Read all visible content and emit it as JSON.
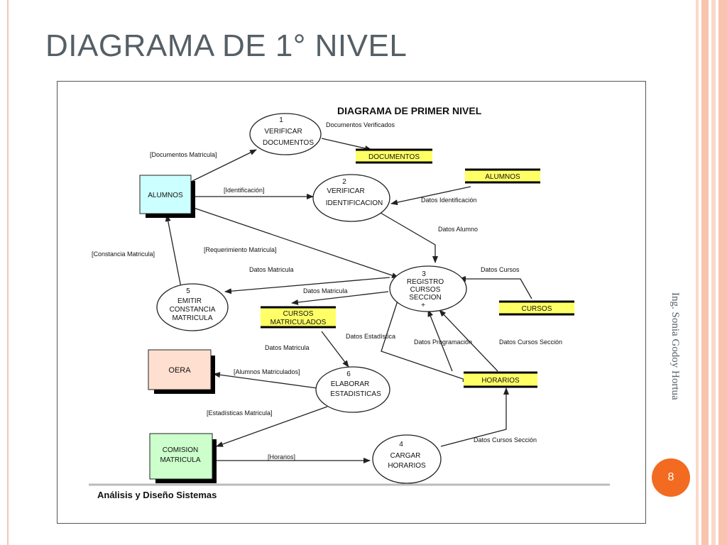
{
  "slide": {
    "title": "DIAGRAMA DE 1° NIVEL",
    "author": "Ing. Sonia Godoy Hortua",
    "page_number": "8"
  },
  "diagram": {
    "heading": "DIAGRAMA DE PRIMER NIVEL",
    "footer": "Análisis y Diseño Sistemas",
    "external_entities": {
      "alumnos": "ALUMNOS",
      "oera": "OERA",
      "comision": [
        "COMISION",
        "MATRICULA"
      ]
    },
    "processes": {
      "p1": {
        "number": "1",
        "lines": [
          "VERIFICAR",
          "DOCUMENTOS"
        ]
      },
      "p2": {
        "number": "2",
        "lines": [
          "VERIFICAR",
          "IDENTIFICACION"
        ]
      },
      "p3": {
        "number": "3",
        "lines": [
          "REGISTRO",
          "CURSOS",
          "SECCION",
          "+"
        ]
      },
      "p4": {
        "number": "4",
        "lines": [
          "CARGAR",
          "HORARIOS"
        ]
      },
      "p5": {
        "number": "5",
        "lines": [
          "EMITIR",
          "CONSTANCIA",
          "MATRICULA"
        ]
      },
      "p6": {
        "number": "6",
        "lines": [
          "ELABORAR",
          "ESTADISTICAS"
        ]
      }
    },
    "data_stores": {
      "documentos": "DOCUMENTOS",
      "alumnos": "ALUMNOS",
      "cursos": "CURSOS",
      "cursos_matriculados": [
        "CURSOS",
        "MATRICULADOS"
      ],
      "horarios": "HORARIOS"
    },
    "flows": {
      "documentos_verificados": "Documentos Verificados",
      "documentos_matricula": "[Documentos Matricula]",
      "identificacion": "[Identificación]",
      "datos_identificacion": "Datos Identificación",
      "datos_alumno": "Datos Alumno",
      "requerimiento_matricula": "[Requerimiento Matricula]",
      "constancia_matricula": "[Constancia Matricula]",
      "datos_matricula_p5": "Datos Matricula",
      "datos_matricula_store": "Datos Matricula",
      "datos_cursos": "Datos Cursos",
      "datos_estadistica": "Datos Estadística",
      "datos_programacion": "Datos Programación",
      "datos_cursos_seccion_1": "Datos Cursos Sección",
      "datos_matricula_p6": "Datos Matricula",
      "alumnos_matriculados": "[Alumnos Matriculados]",
      "estadisticas_matricula": "[Estadísticas Matricula]",
      "horarios_flow": "[Horarios]",
      "datos_cursos_seccion_2": "Datos Cursos Sección"
    }
  },
  "colors": {
    "accent_orange": "#f26b21",
    "entity_alumnos": "#ccffff",
    "entity_oera": "#ffdfd0",
    "entity_comision": "#ccffcc",
    "data_store": "#ffff66"
  }
}
